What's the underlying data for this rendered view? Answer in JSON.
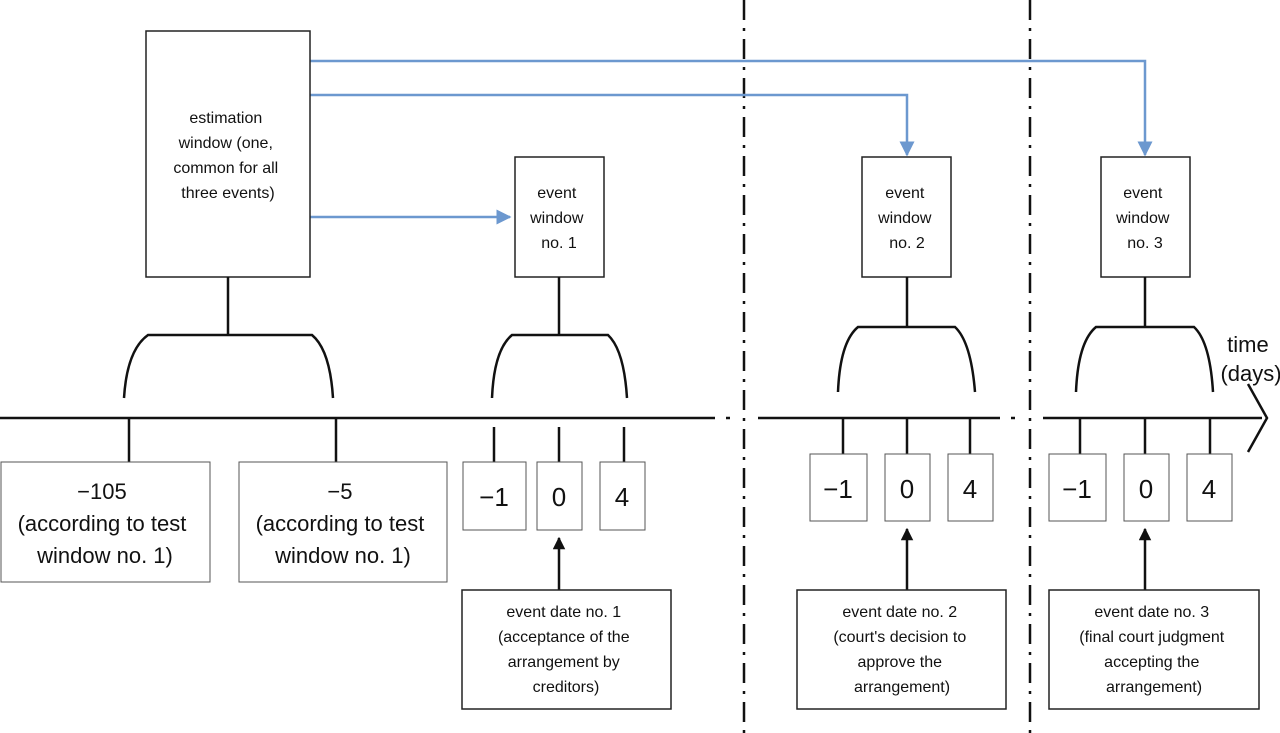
{
  "estimation_window": {
    "lines": [
      "estimation",
      "window (one,",
      "common for all",
      "three events)"
    ]
  },
  "event_windows": [
    {
      "lines": [
        "event",
        "window",
        "no. 1"
      ]
    },
    {
      "lines": [
        "event",
        "window",
        "no. 2"
      ]
    },
    {
      "lines": [
        "event",
        "window",
        "no. 3"
      ]
    }
  ],
  "estimation_ticks": [
    {
      "lines": [
        "−105",
        "(according to test",
        "window no. 1)"
      ]
    },
    {
      "lines": [
        "−5",
        "(according to test",
        "window no. 1)"
      ]
    }
  ],
  "event_ticks": [
    "−1",
    "0",
    "4"
  ],
  "event_dates": [
    {
      "lines": [
        "event date no. 1",
        "(acceptance of the",
        "arrangement by",
        "creditors)"
      ]
    },
    {
      "lines": [
        "event date no. 2",
        "(court's decision to",
        "approve the",
        "arrangement)"
      ]
    },
    {
      "lines": [
        "event date no. 3",
        "(final court judgment",
        "accepting the",
        "arrangement)"
      ]
    }
  ],
  "axis": {
    "label_lines": [
      "time",
      "(days)"
    ]
  },
  "colors": {
    "arrow_blue": "#6c98cf",
    "line": "#111111"
  }
}
